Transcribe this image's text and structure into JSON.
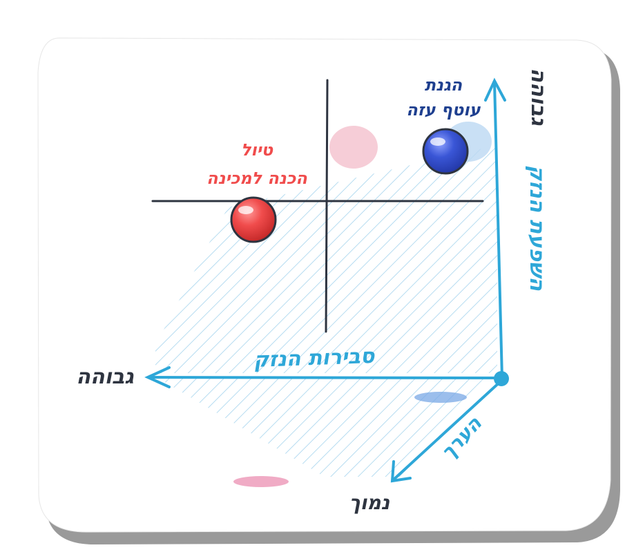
{
  "labels": {
    "likelihood_axis": "סבירות הנזק",
    "impact_axis": "השפעת הנזק",
    "value_axis": "הערך",
    "high_left": "גבוהה",
    "high_top": "גבוהה",
    "low_bottom": "נמוך",
    "red_line1": "טיול",
    "red_line2": "הכנה למכינה",
    "blue_line1": "הגנת",
    "blue_line2": "עוטף עזה"
  },
  "colors": {
    "axis": "#2ea7d8",
    "red": "#f04c4c",
    "blue": "#3a56d6",
    "dark": "#2e3440",
    "pink": "#f2b8c6",
    "lightblue": "#bcd8f2"
  }
}
